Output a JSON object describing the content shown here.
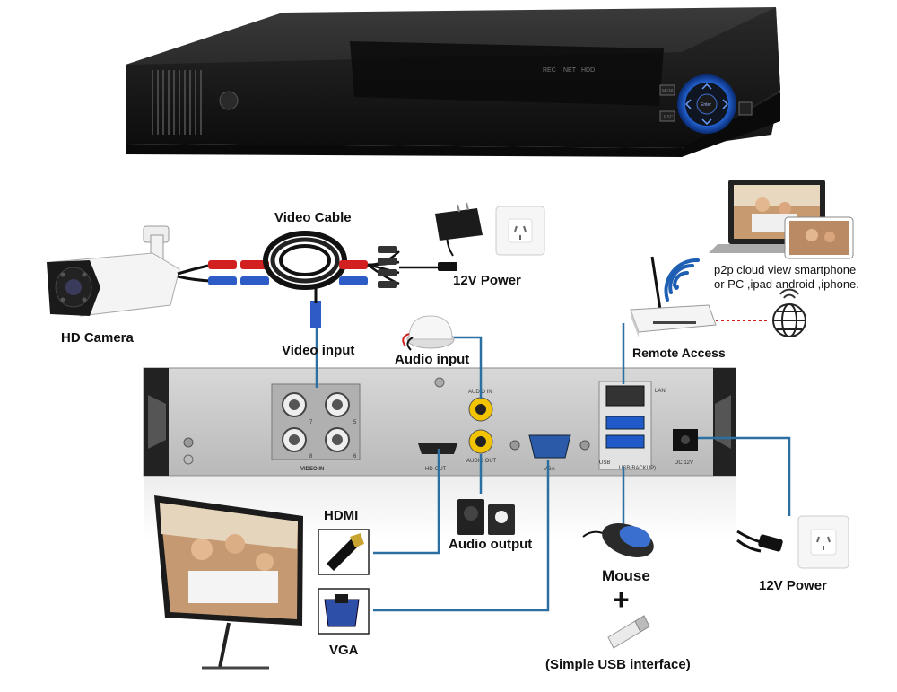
{
  "dvr_front": {
    "indicators": [
      "REC",
      "NET",
      "HDD"
    ],
    "menu_label": "MENU",
    "esc_label": "ESC",
    "enter_label": "Enter"
  },
  "labels": {
    "video_cable": "Video Cable",
    "power_adapter": "12V Power",
    "hd_camera": "HD Camera",
    "video_input": "Video input",
    "audio_input": "Audio input",
    "p2p_line1": "p2p cloud view smartphone",
    "p2p_line2": "or PC ,ipad android ,iphone.",
    "remote_access": "Remote Access",
    "hdmi": "HDMI",
    "audio_output": "Audio output",
    "vga": "VGA",
    "mouse": "Mouse",
    "plus": "+",
    "usb_interface": "(Simple USB interface)",
    "power_right": "12V Power"
  },
  "rear_panel": {
    "video_in": "VIDEO IN",
    "audio_in": "AUDIO IN",
    "audio_out": "AUDIO OUT",
    "hd_out": "HD-OUT",
    "vga": "VGA",
    "lan": "LAN",
    "usb": "USB",
    "usb_backup": "USB(BACKUP)",
    "dc": "DC 12V",
    "port_numbers": [
      "7",
      "5",
      "8",
      "6"
    ]
  },
  "colors": {
    "connector_line": "#2b6fa3",
    "red_dash": "#cc2222",
    "dvr_body": "#1c1c1c",
    "panel": "#c9c9c9",
    "blue_ring": "#1f6fe0"
  }
}
